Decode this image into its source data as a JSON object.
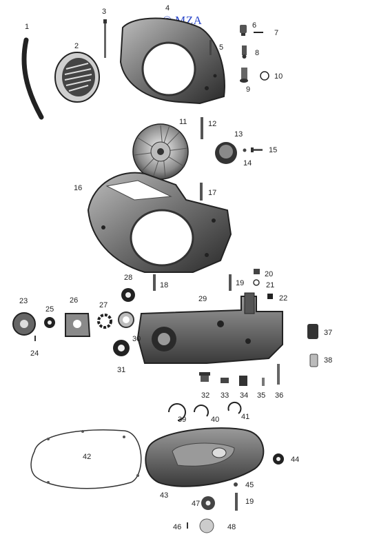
{
  "watermark": "© MZA",
  "callouts": {
    "n1": "1",
    "n2": "2",
    "n3": "3",
    "n4": "4",
    "n5": "5",
    "n6": "6",
    "n7": "7",
    "n8": "8",
    "n9": "9",
    "n10": "10",
    "n11": "11",
    "n12": "12",
    "n13": "13",
    "n14": "14",
    "n15": "15",
    "n16": "16",
    "n17": "17",
    "n18": "18",
    "n19a": "19",
    "n20": "20",
    "n21": "21",
    "n22": "22",
    "n23": "23",
    "n24": "24",
    "n25": "25",
    "n26": "26",
    "n27": "27",
    "n28": "28",
    "n29": "29",
    "n30": "30",
    "n31": "31",
    "n32": "32",
    "n33": "33",
    "n34": "34",
    "n35": "35",
    "n36": "36",
    "n37": "37",
    "n38": "38",
    "n39": "39",
    "n40": "40",
    "n41": "41",
    "n42": "42",
    "n43": "43",
    "n44": "44",
    "n45": "45",
    "n46": "46",
    "n47": "47",
    "n48": "48",
    "n19b": "19"
  }
}
